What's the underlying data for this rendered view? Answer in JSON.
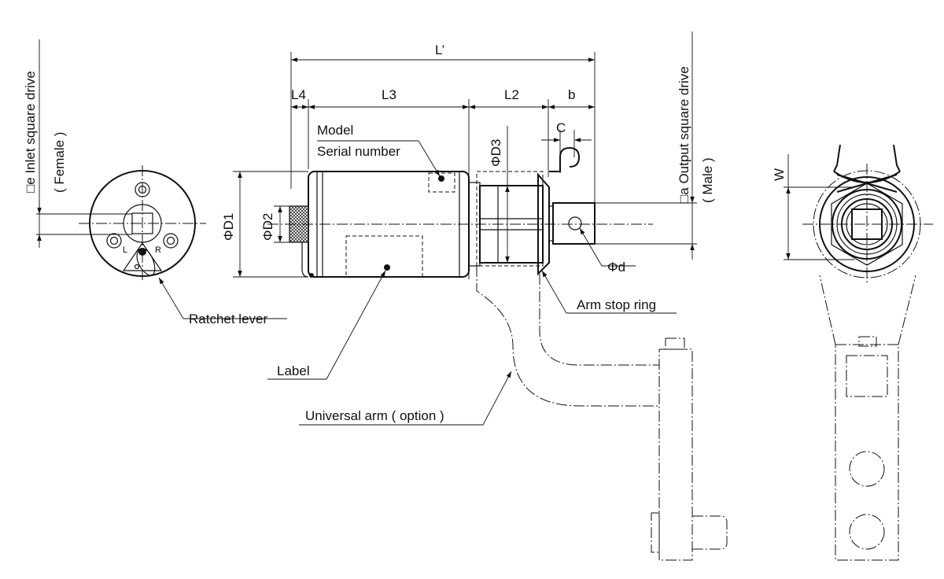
{
  "labels": {
    "inlet_drive": "□e Inlet square drive",
    "inlet_type": "( Female )",
    "output_drive": "□a Output square drive",
    "output_type": "( Male )",
    "ratchet_lever": "Ratchet lever",
    "lever_left": "L",
    "lever_right": "R",
    "model": "Model",
    "serial": "Serial number",
    "label": "Label",
    "universal_arm": "Universal arm ( option )",
    "arm_stop_ring": "Arm stop ring"
  },
  "dimensions": {
    "l_prime": "L’",
    "l4": "L4",
    "l3": "L3",
    "l2": "L2",
    "b": "b",
    "c": "C",
    "d1": "ΦD1",
    "d2": "ΦD2",
    "d3": "ΦD3",
    "phi_d": "Φd",
    "w": "W"
  }
}
